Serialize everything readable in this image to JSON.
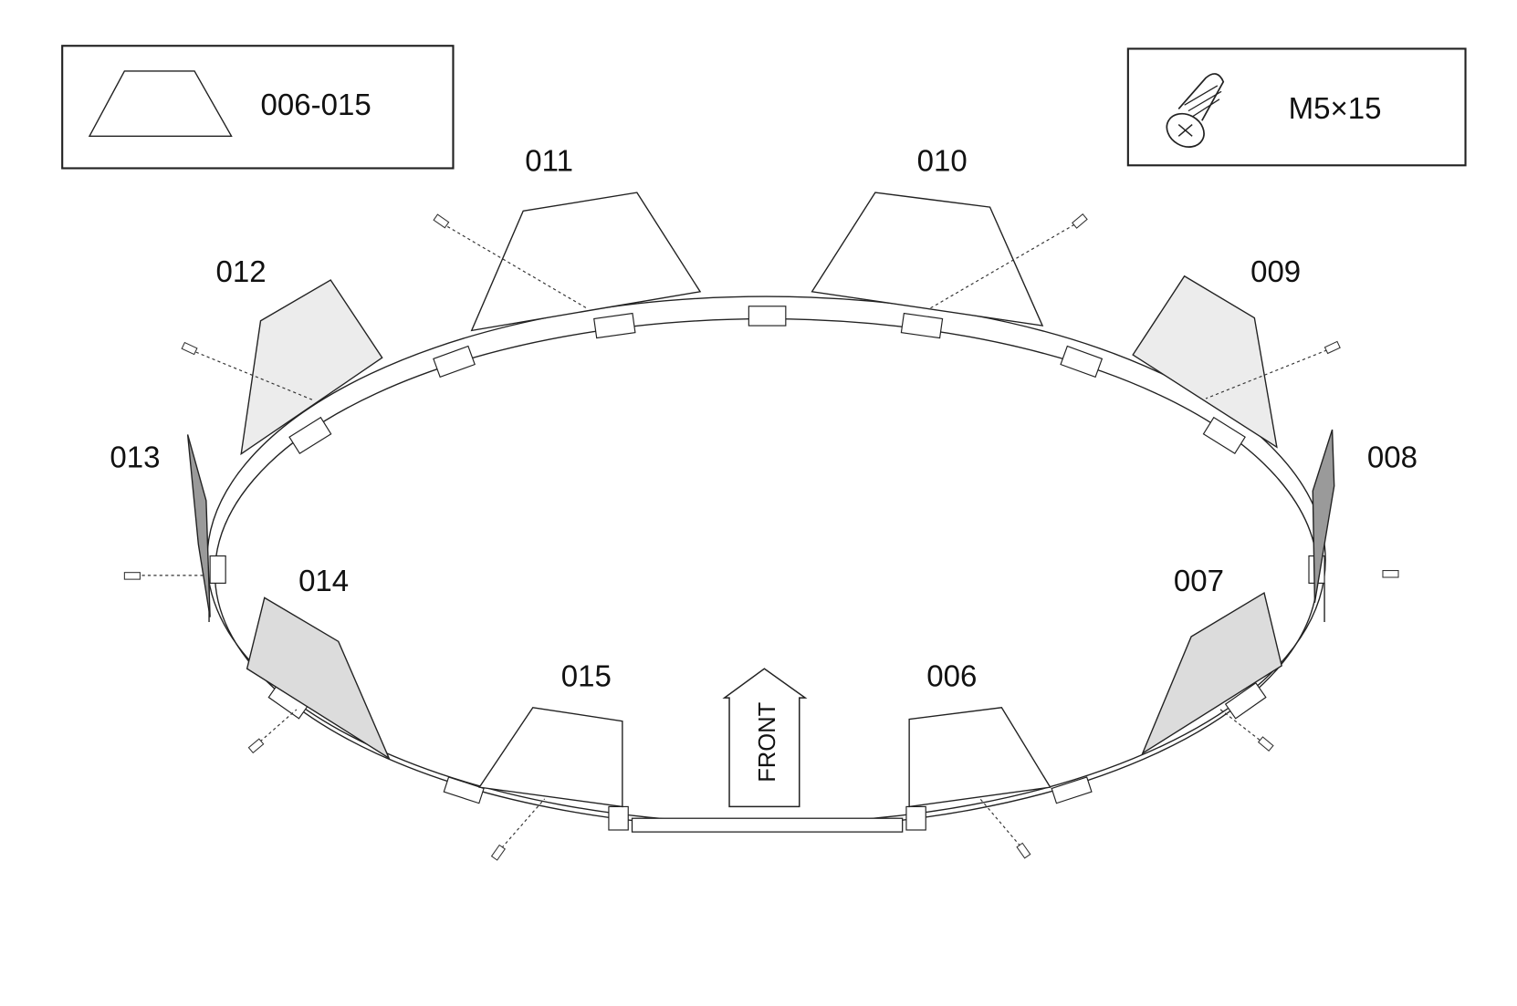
{
  "legend": {
    "panel_part": "006-015",
    "screw_part": "M5×15"
  },
  "panels": [
    {
      "id": "006"
    },
    {
      "id": "007"
    },
    {
      "id": "008"
    },
    {
      "id": "009"
    },
    {
      "id": "010"
    },
    {
      "id": "011"
    },
    {
      "id": "012"
    },
    {
      "id": "013"
    },
    {
      "id": "014"
    },
    {
      "id": "015"
    }
  ],
  "front_arrow": "FRONT",
  "colors": {
    "light_panel": "#ececec",
    "mid_panel": "#dcdcdc",
    "dark_panel": "#9a9a9a"
  }
}
